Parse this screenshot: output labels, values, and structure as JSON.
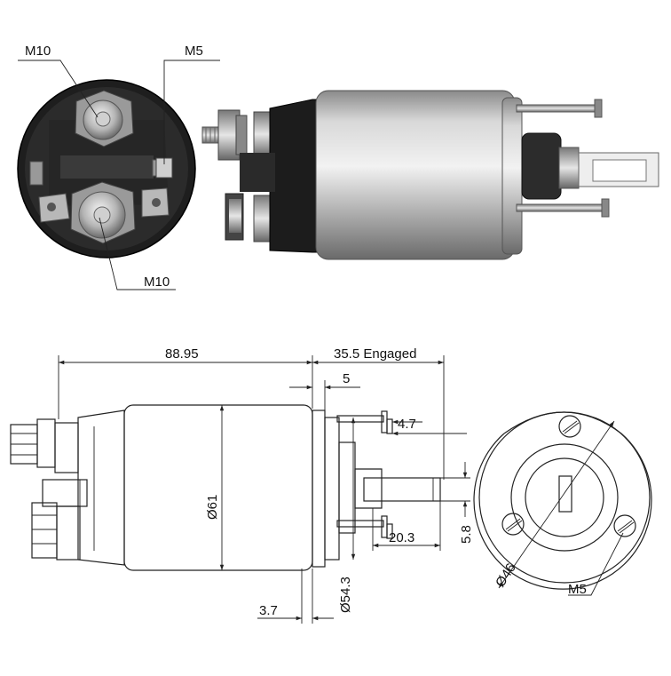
{
  "photo_labels": {
    "top_left_thread": "M10",
    "top_right_thread": "M5",
    "bottom_thread": "M10"
  },
  "dimensions": {
    "overall_length": "88.95",
    "engaged_length": "35.5 Engaged",
    "flange_offset": "5",
    "stud_spacing": "4.7",
    "body_diameter": "Ø61",
    "flange_diameter": "Ø54.3",
    "plunger_length": "20.3",
    "slot_width": "5.8",
    "flange_thickness": "3.7",
    "bolt_circle": "Ø46",
    "mount_thread": "M5"
  },
  "colors": {
    "ink": "#222222",
    "metal_light": "#d9d9d9",
    "metal_mid": "#a6a6a6",
    "metal_dark": "#6e6e6e",
    "cap_black": "#1c1c1c"
  }
}
